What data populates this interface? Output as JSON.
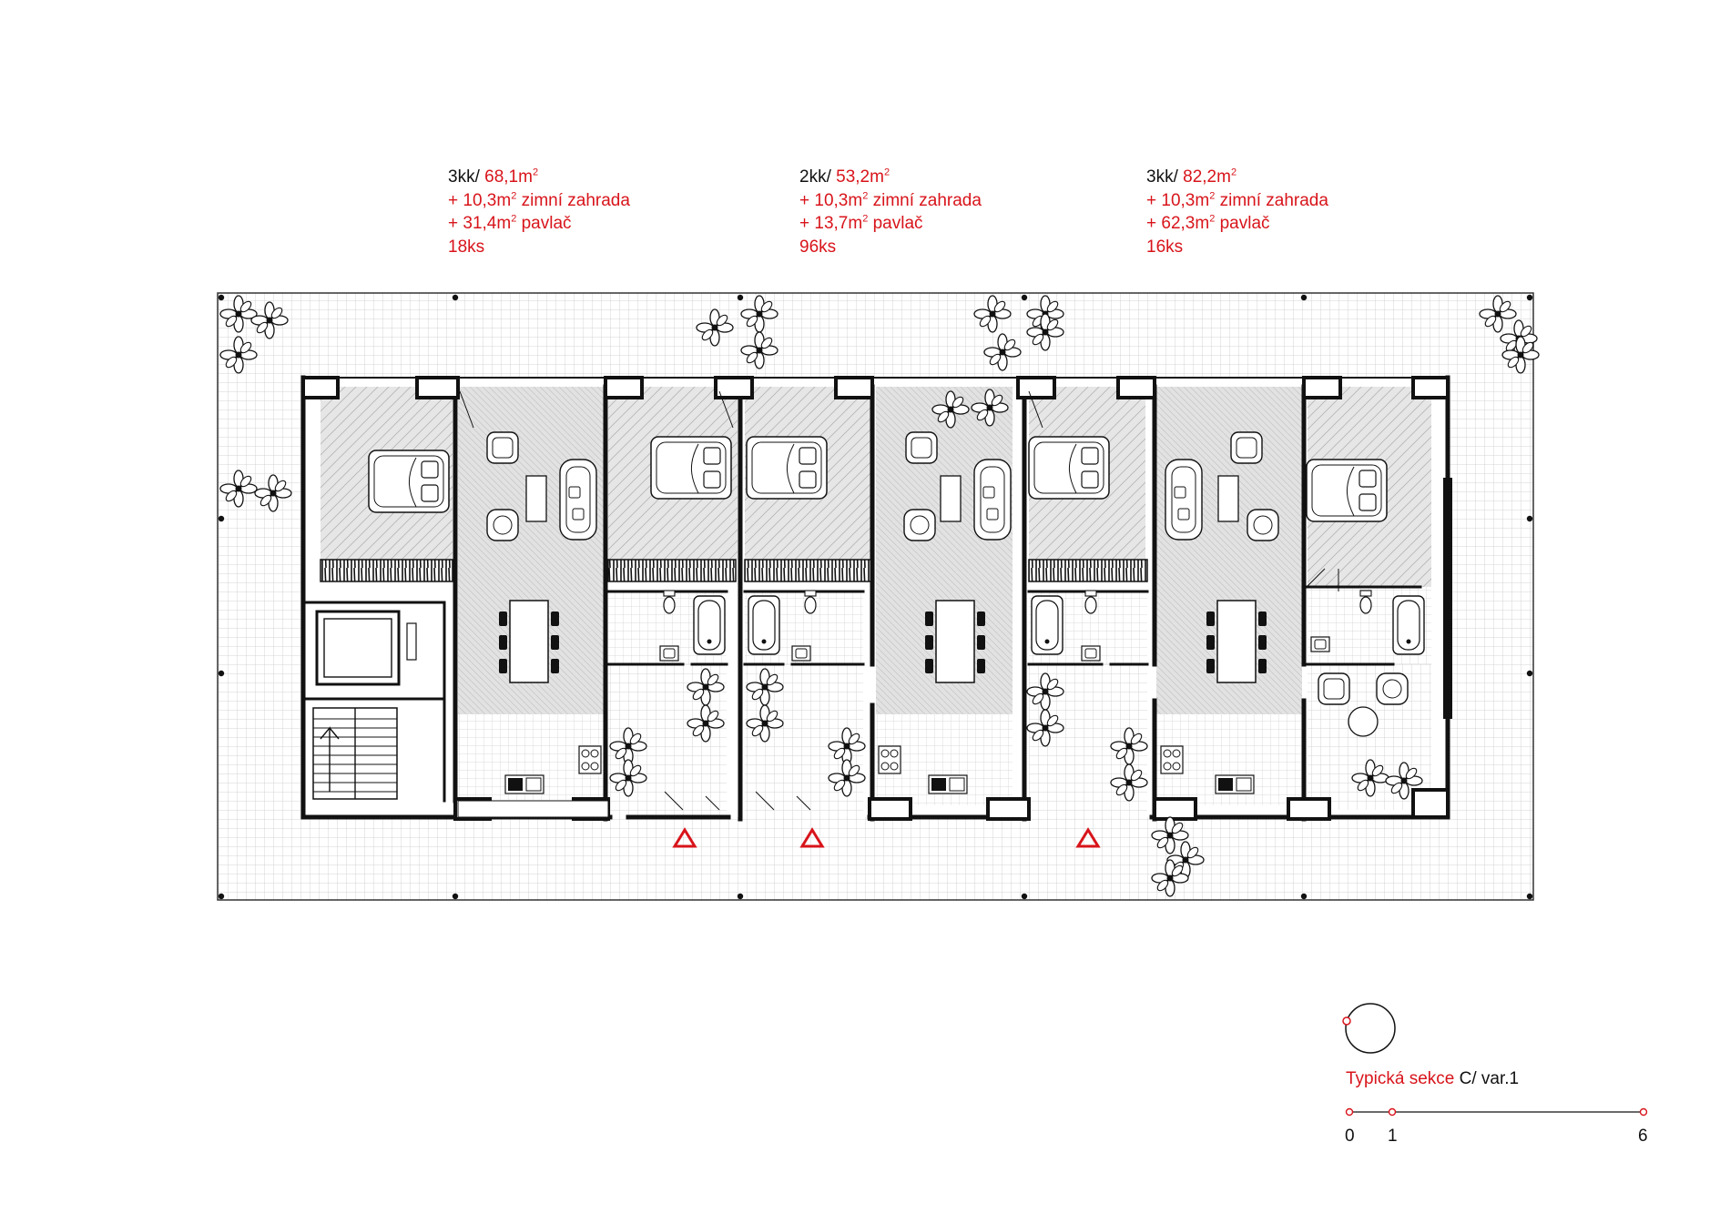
{
  "units": [
    {
      "type": "3kk/",
      "area": "68,1m",
      "garden_prefix": "+ 10,3m",
      "garden_label": "zimní zahrada",
      "gallery_prefix": "+ 31,4m",
      "gallery_label": "pavlač",
      "count": "18ks"
    },
    {
      "type": "2kk/",
      "area": "53,2m",
      "garden_prefix": "+ 10,3m",
      "garden_label": "zimní zahrada",
      "gallery_prefix": "+ 13,7m",
      "gallery_label": "pavlač",
      "count": "96ks"
    },
    {
      "type": "3kk/",
      "area": "82,2m",
      "garden_prefix": "+ 10,3m",
      "garden_label": "zimní zahrada",
      "gallery_prefix": "+ 62,3m",
      "gallery_label": "pavlač",
      "count": "16ks"
    }
  ],
  "superscript": "2",
  "legend": {
    "title_red": "Typická sekce",
    "title_black": "C/ var.1"
  },
  "scale": {
    "labels": [
      "0",
      "1",
      "6"
    ]
  },
  "colors": {
    "accent": "#d8141b",
    "wall": "#111111",
    "grid": "#c9c9c9"
  },
  "icons": {
    "entrance": "entrance-triangle-icon",
    "north": "north-arrow-icon",
    "plant": "plant-icon"
  }
}
